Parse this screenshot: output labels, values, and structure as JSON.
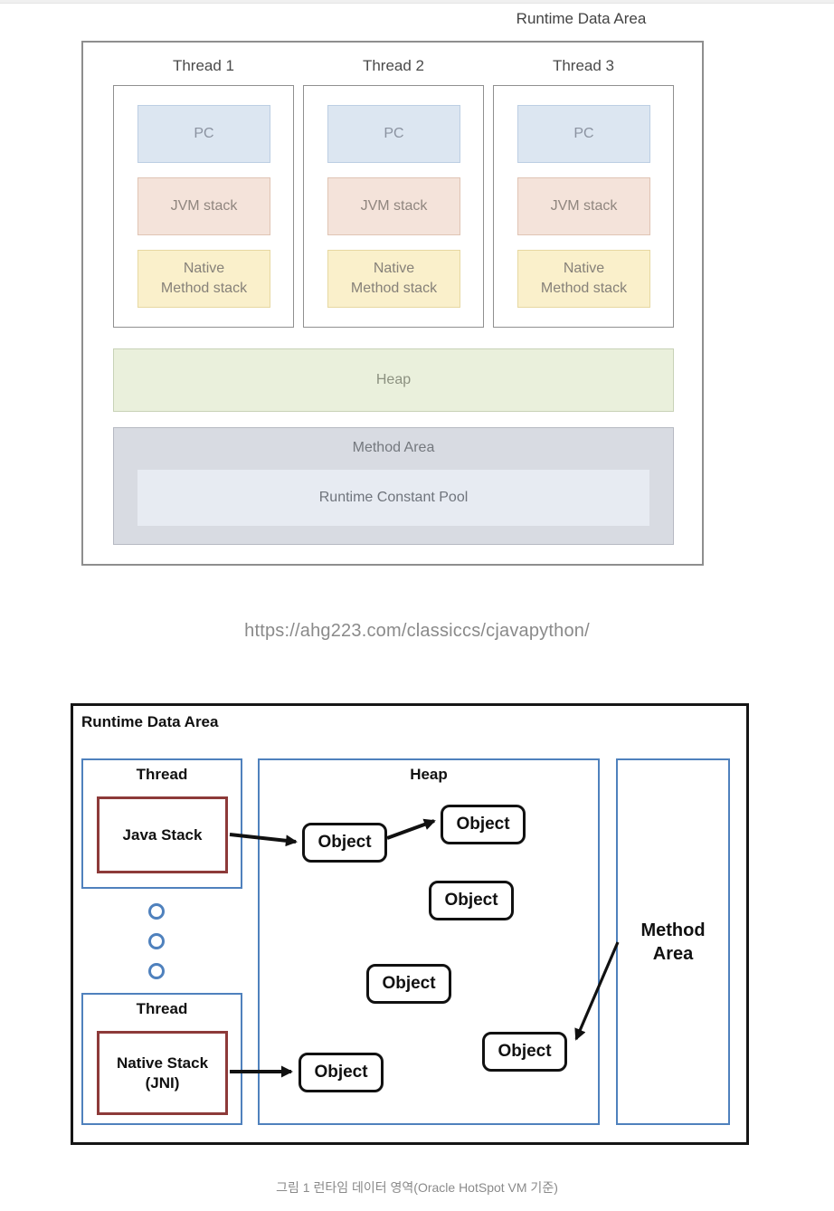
{
  "diagram1": {
    "title": "Runtime Data Area",
    "threads": [
      {
        "label": "Thread 1",
        "pc": "PC",
        "jvm_stack": "JVM stack",
        "native_method_stack_lines": [
          "Native",
          "Method stack"
        ]
      },
      {
        "label": "Thread 2",
        "pc": "PC",
        "jvm_stack": "JVM stack",
        "native_method_stack_lines": [
          "Native",
          "Method stack"
        ]
      },
      {
        "label": "Thread 3",
        "pc": "PC",
        "jvm_stack": "JVM stack",
        "native_method_stack_lines": [
          "Native",
          "Method stack"
        ]
      }
    ],
    "heap": "Heap",
    "method_area": "Method Area",
    "runtime_constant_pool": "Runtime Constant Pool",
    "colors": {
      "pc_fill": "#dce6f1",
      "jvm_stack_fill": "#f4e3da",
      "native_method_stack_fill": "#faf0cb",
      "heap_fill": "#eaf0dc",
      "method_area_fill": "#d8dbe2",
      "runtime_constant_pool_fill": "#e7ebf2",
      "border_gray": "#8e8e8e"
    }
  },
  "source_url": "https://ahg223.com/classiccs/cjavapython/",
  "diagram2": {
    "title": "Runtime Data Area",
    "thread_top": {
      "label": "Thread",
      "stack": "Java Stack"
    },
    "thread_bottom": {
      "label": "Thread",
      "stack_lines": [
        "Native Stack",
        "(JNI)"
      ]
    },
    "heap": "Heap",
    "method_area_lines": [
      "Method",
      "Area"
    ],
    "objects": [
      "Object",
      "Object",
      "Object",
      "Object",
      "Object",
      "Object"
    ],
    "colors": {
      "region_border_blue": "#4f81bd",
      "stack_border_red": "#8d3a39",
      "outline_black": "#111111"
    }
  },
  "caption": "그림 1 런타임 데이터 영역(Oracle HotSpot VM 기준)"
}
